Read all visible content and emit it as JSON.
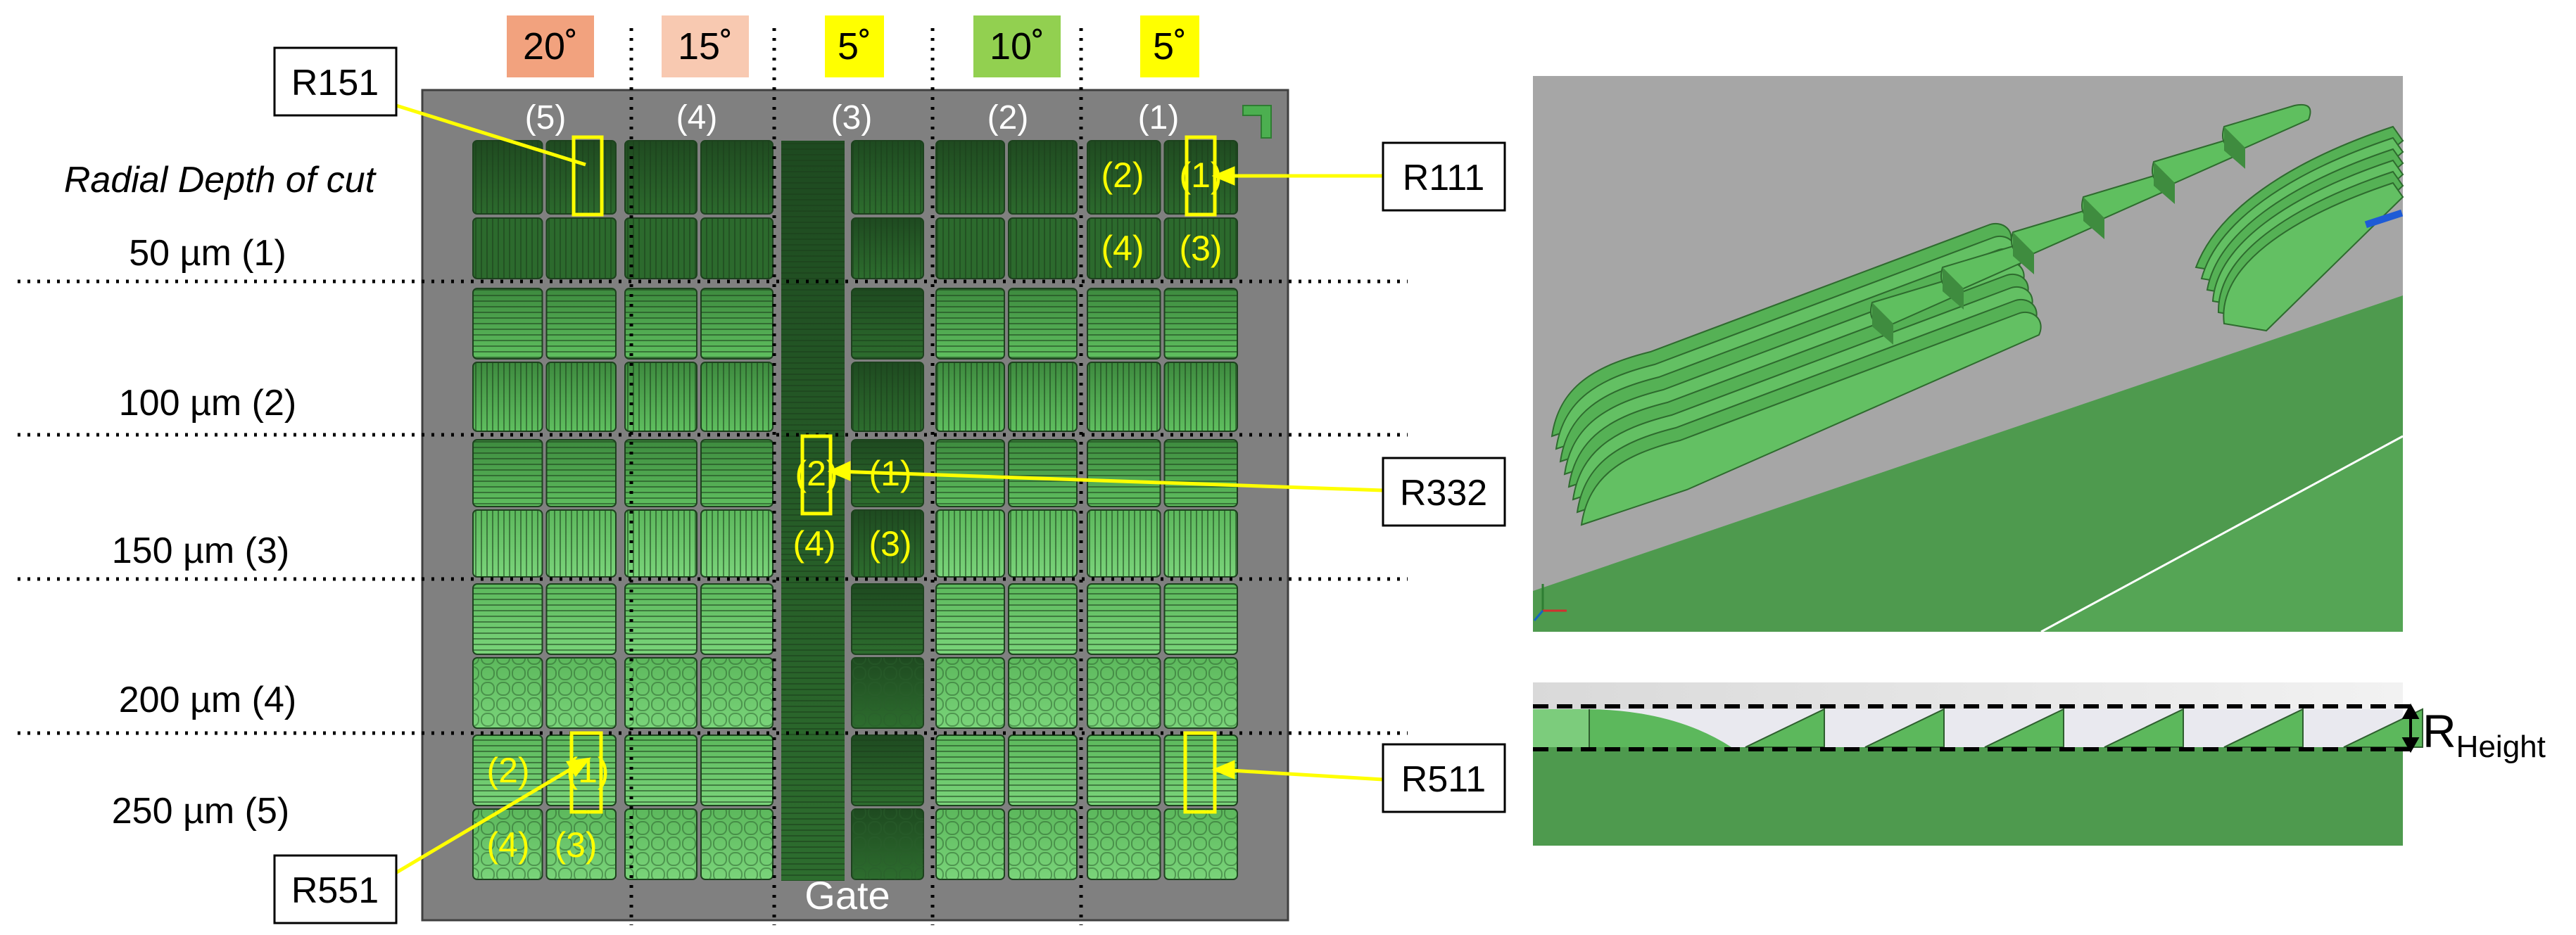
{
  "angles": [
    {
      "label": "20˚",
      "color": "#f2a27e"
    },
    {
      "label": "15˚",
      "color": "#f8c9b1"
    },
    {
      "label": "5˚",
      "color": "#ffff00"
    },
    {
      "label": "10˚",
      "color": "#92d050"
    },
    {
      "label": "5˚",
      "color": "#ffff00"
    }
  ],
  "column_labels": [
    "(5)",
    "(4)",
    "(3)",
    "(2)",
    "(1)"
  ],
  "depth_heading": "Radial Depth of cut",
  "depth_labels": [
    "50 µm (1)",
    "100 µm (2)",
    "150 µm (3)",
    "200 µm (4)",
    "250 µm (5)"
  ],
  "gate_label": "Gate",
  "callouts": {
    "r151": "R151",
    "r111": "R111",
    "r332": "R332",
    "r511": "R511",
    "r551": "R551"
  },
  "sub_labels": {
    "r111": [
      "(2)",
      "(1)",
      "(4)",
      "(3)"
    ],
    "r332": [
      "(2)",
      "(1)",
      "(4)",
      "(3)"
    ],
    "r551": [
      "(2)",
      "(1)",
      "(4)",
      "(3)"
    ]
  },
  "height_label": {
    "main": "R",
    "sub": "Height"
  },
  "colors": {
    "plate_gray": "#808080",
    "part_green": "#5cb85c",
    "dark_green": "#2f6a30",
    "model_green": "#4e9a4e",
    "highlight_yellow": "#ffff00",
    "model_bg": "#a6a6a6"
  }
}
